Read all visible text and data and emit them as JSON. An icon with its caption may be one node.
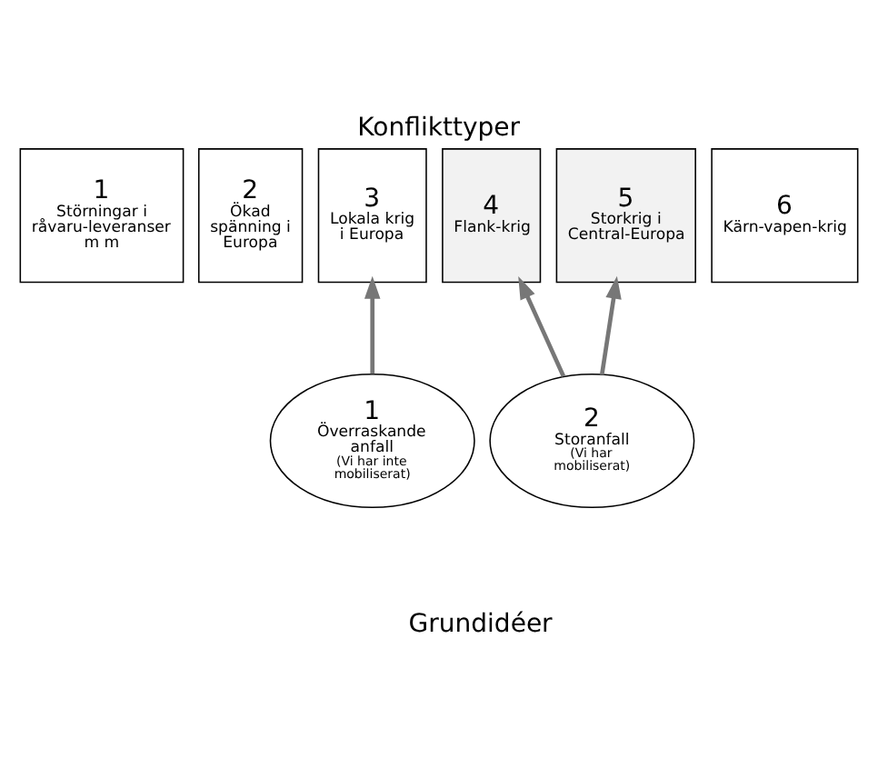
{
  "diagram": {
    "title": "Konflikttyper",
    "caption": "Grundidéer",
    "nodes": [
      {
        "text": [
          "1",
          "Störningar i råvaru-leveranser m m"
        ]
      },
      {
        "text": [
          "2",
          "Ökad spänning i Europa"
        ]
      },
      {
        "text": [
          "3",
          "Lokala krig i Europa"
        ]
      },
      {
        "text": [
          "4",
          "Flank-krig"
        ]
      },
      {
        "text": [
          "5",
          "Storkrig i Central-Europa"
        ]
      },
      {
        "text": [
          "6",
          "Kärn-vapen-krig"
        ]
      },
      {
        "text": [
          "1",
          "Överraskande anfall",
          "(Vi har inte mobiliserat)"
        ]
      },
      {
        "text": [
          "2",
          "Storanfall",
          "(Vi har mobiliserat)"
        ]
      }
    ],
    "edges": [
      {
        "from": 6,
        "to": 2,
        "arrow": "to"
      },
      {
        "from": 7,
        "to": 3,
        "arrow": "to"
      },
      {
        "from": 7,
        "to": 4,
        "arrow": "to"
      }
    ]
  }
}
